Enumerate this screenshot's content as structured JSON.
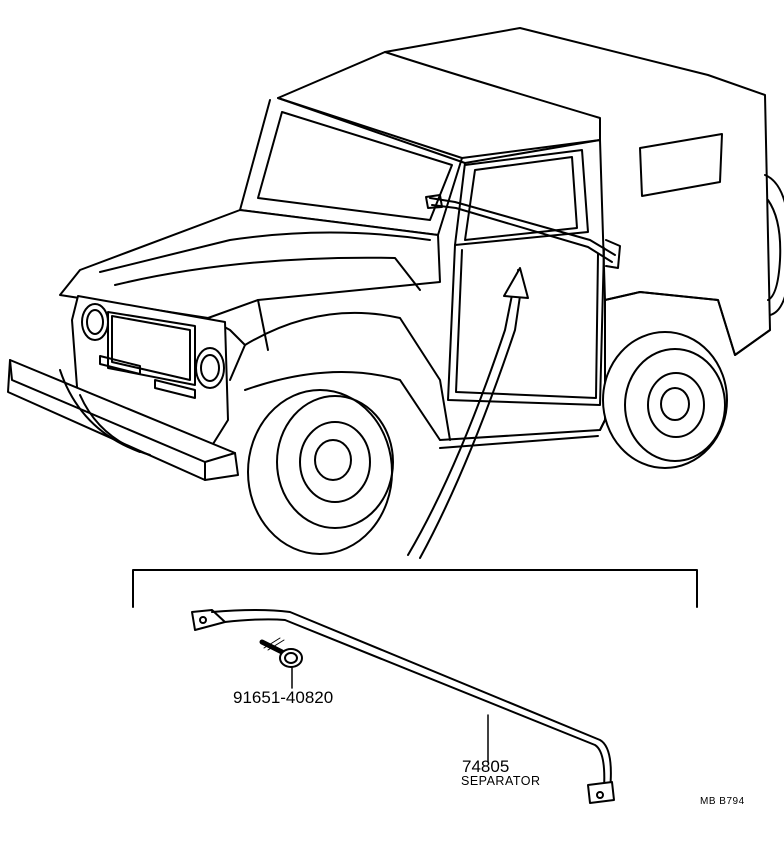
{
  "diagram": {
    "parts": [
      {
        "number": "91651-40820",
        "name": ""
      },
      {
        "number": "74805",
        "name": "SEPARATOR"
      }
    ],
    "reference_code": "MB B794"
  },
  "colors": {
    "line": "#000000",
    "background": "#ffffff"
  }
}
